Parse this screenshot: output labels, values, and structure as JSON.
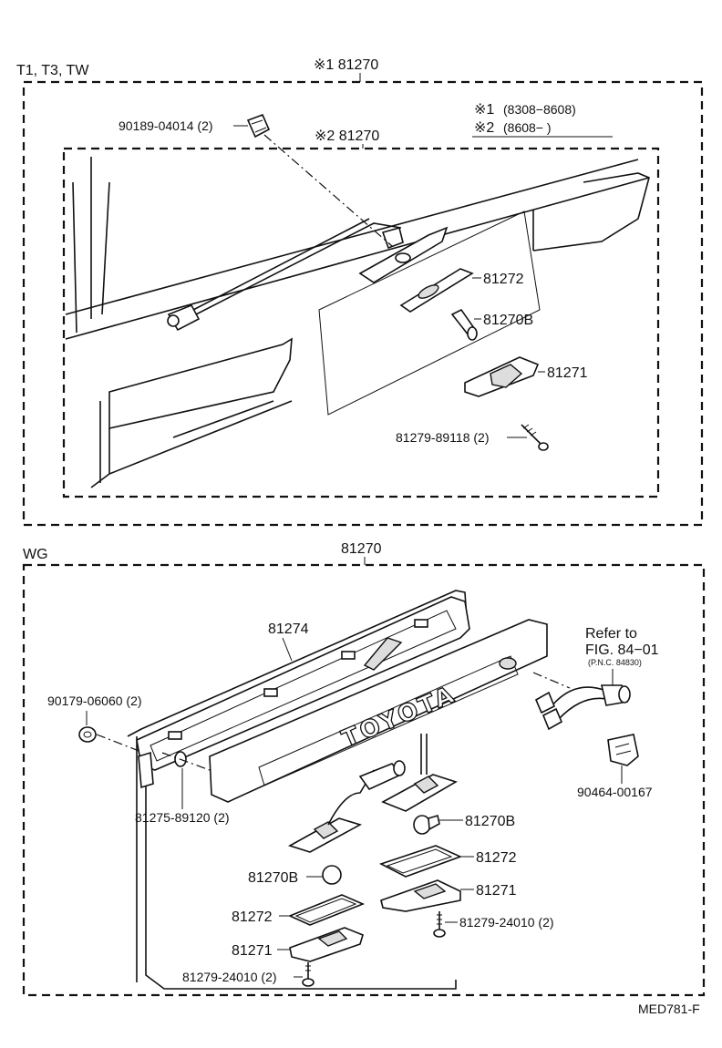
{
  "section_top": {
    "variant_label": "T1, T3, TW",
    "assembly_label": "※1 81270",
    "inner_assembly_label": "※2 81270",
    "notes": [
      {
        "mark": "※1",
        "range": "(8308−8608)"
      },
      {
        "mark": "※2",
        "range": "(8608−      )"
      }
    ],
    "callouts": {
      "nut": "90189-04014 (2)",
      "lens_gasket": "81272",
      "bulb": "81270B",
      "lamp_housing": "81271",
      "screw": "81279-89118 (2)"
    }
  },
  "section_bottom": {
    "variant_label": "WG",
    "assembly_label": "81270",
    "callouts": {
      "garnish": "81274",
      "nut": "90179-06060 (2)",
      "grommet": "81275-89120 (2)",
      "refer_line1": "Refer to",
      "refer_line2": "FIG. 84−01",
      "refer_line3": "(P.N.C. 84830)",
      "clip": "90464-00167",
      "bulb_right": "81270B",
      "lens_right": "81272",
      "housing_right": "81271",
      "screw_right": "81279-24010 (2)",
      "bulb_left": "81270B",
      "lens_left": "81272",
      "housing_left": "81271",
      "screw_left": "81279-24010 (2)"
    },
    "embossed_text": "TOYOTA"
  },
  "figure_code": "MED781-F"
}
